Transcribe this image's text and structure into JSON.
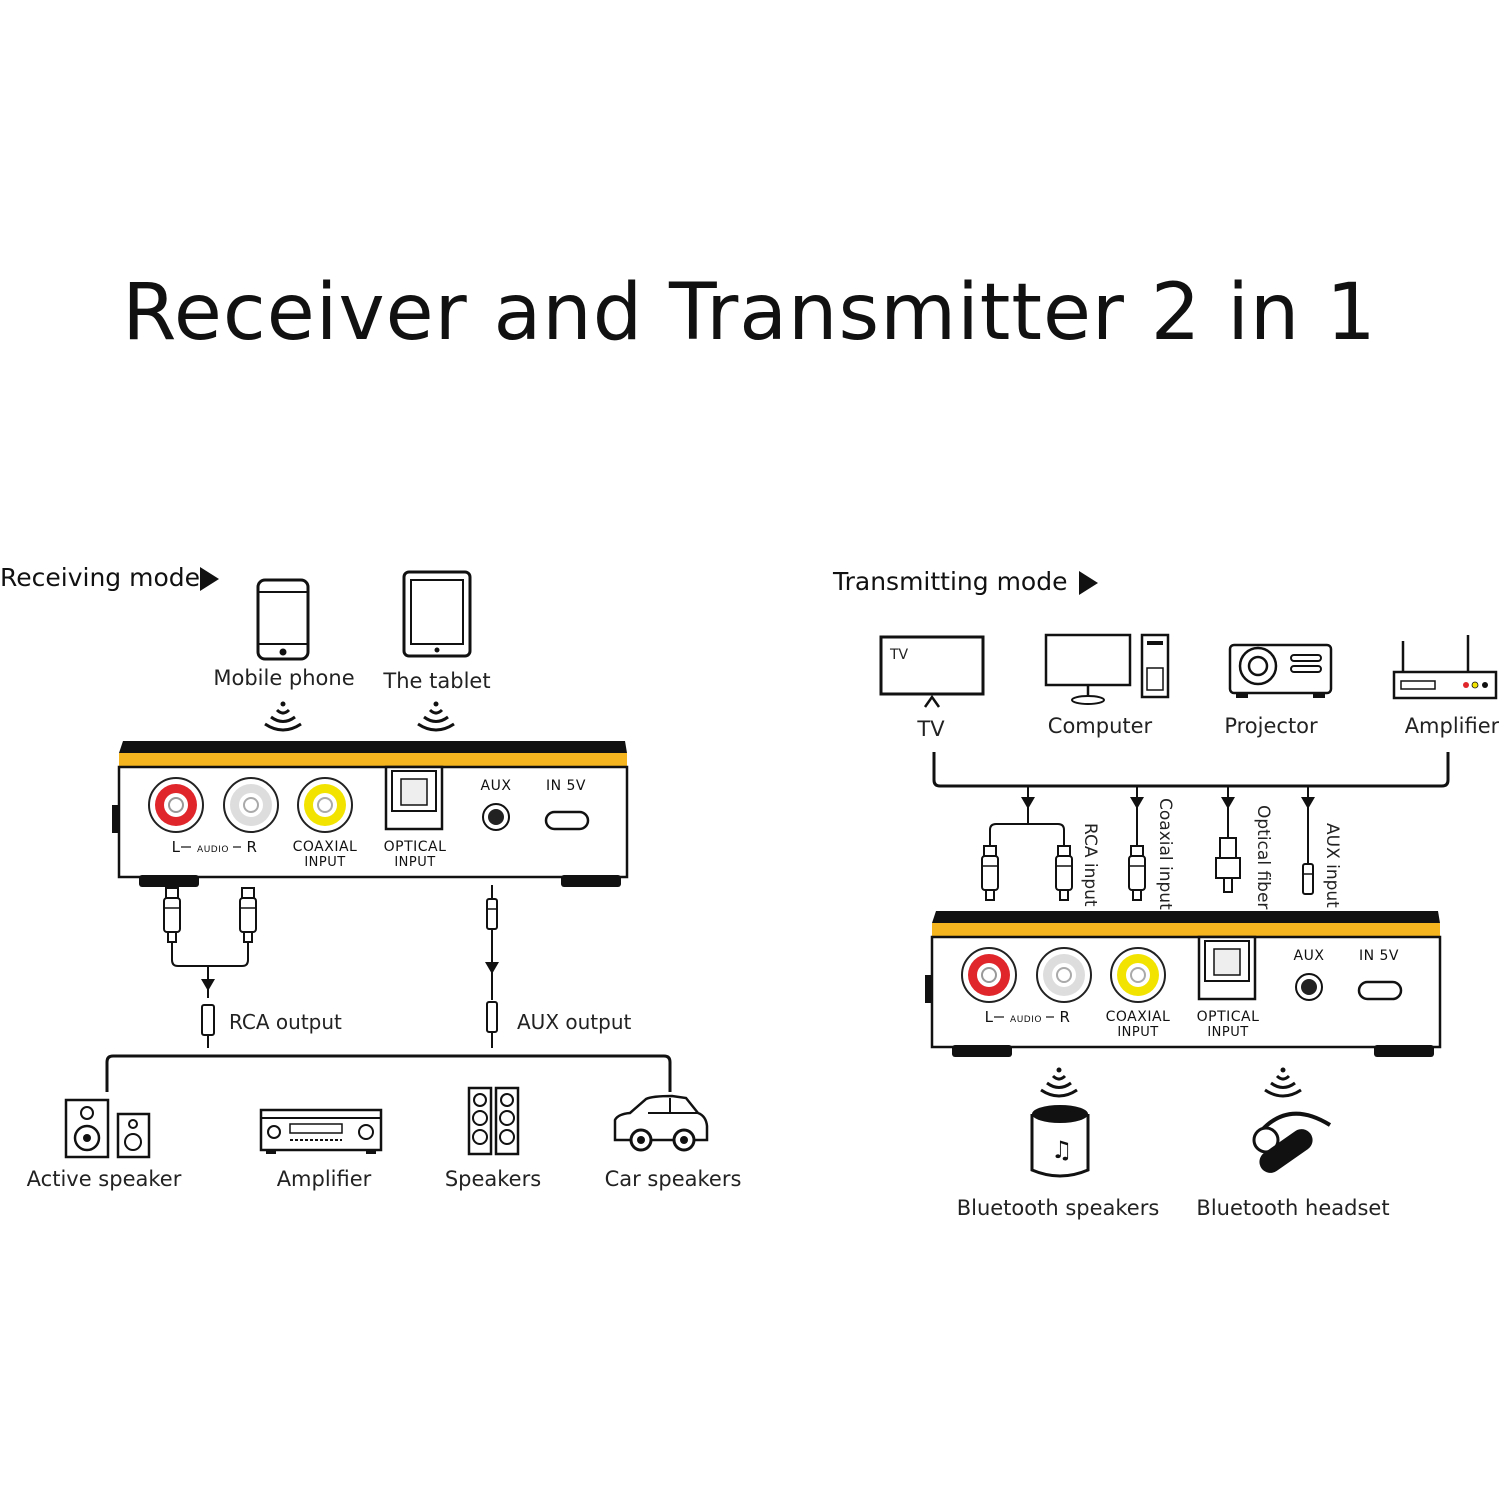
{
  "title": "Receiver and Transmitter 2 in 1",
  "colors": {
    "accent": "#f5b51e",
    "rca_red": "#e0262b",
    "coaxial_yellow": "#f2e400",
    "ink": "#111111"
  },
  "receiving": {
    "mode_label": "Receiving mode",
    "sources": [
      "Mobile phone",
      "The tablet"
    ],
    "device": {
      "audio_left": "L",
      "audio_mid": "AUDIO",
      "audio_right": "R",
      "coaxial": "COAXIAL",
      "coaxial_sub": "INPUT",
      "optical": "OPTICAL",
      "optical_sub": "INPUT",
      "aux": "AUX",
      "power": "IN 5V"
    },
    "rca_output": "RCA output",
    "aux_output": "AUX output",
    "outputs": [
      "Active speaker",
      "Amplifier",
      "Speakers",
      "Car speakers"
    ]
  },
  "transmitting": {
    "mode_label": "Transmitting mode",
    "sources": [
      "TV",
      "Computer",
      "Projector",
      "Amplifier"
    ],
    "tv_screen_text": "TV",
    "cables": [
      "RCA input",
      "Coaxial input",
      "Optical fiber",
      "AUX input"
    ],
    "device": {
      "audio_left": "L",
      "audio_mid": "AUDIO",
      "audio_right": "R",
      "coaxial": "COAXIAL",
      "coaxial_sub": "INPUT",
      "optical": "OPTICAL",
      "optical_sub": "INPUT",
      "aux": "AUX",
      "power": "IN 5V"
    },
    "outputs": [
      "Bluetooth speakers",
      "Bluetooth headset"
    ]
  }
}
